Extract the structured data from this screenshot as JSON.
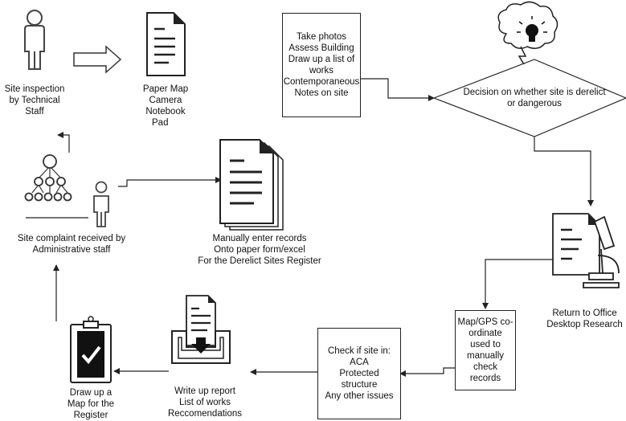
{
  "nodes": {
    "site_inspection": [
      "Site inspection",
      "by Technical",
      "Staff"
    ],
    "paper_map": [
      "Paper Map",
      "Camera",
      "Notebook",
      "Pad"
    ],
    "take_photos": [
      "Take photos",
      "Assess Building",
      "Draw up a list of",
      "works",
      "Contemporaneous",
      "Notes on site"
    ],
    "decision": [
      "Decision on whether site is derelict",
      "or dangerous"
    ],
    "site_complaint": [
      "Site complaint received by",
      "Administrative staff"
    ],
    "manually_enter": [
      "Manually enter records",
      "Onto paper form/excel",
      "For the Derelict Sites Register"
    ],
    "return_office": [
      "Return to Office",
      "Desktop Research"
    ],
    "map_gps": [
      "Map/GPS co-",
      "ordinate",
      "used to",
      "manually",
      "check",
      "records"
    ],
    "check_site": [
      "Check if site in:",
      "ACA",
      "Protected",
      "structure",
      "Any other issues"
    ],
    "write_report": [
      "Write up report",
      "List of works",
      "Reccomendations"
    ],
    "draw_map": [
      "Draw up a",
      "Map for the",
      "Register"
    ]
  },
  "icons": {
    "person": "person-icon",
    "arrow": "block-arrow-icon",
    "document": "document-icon",
    "lightbulb": "lightbulb-idea-icon",
    "org_chart": "org-chart-icon",
    "document_stack": "document-stack-icon",
    "research": "research-microscope-icon",
    "inbox": "inbox-download-icon",
    "clipboard": "clipboard-check-icon"
  }
}
